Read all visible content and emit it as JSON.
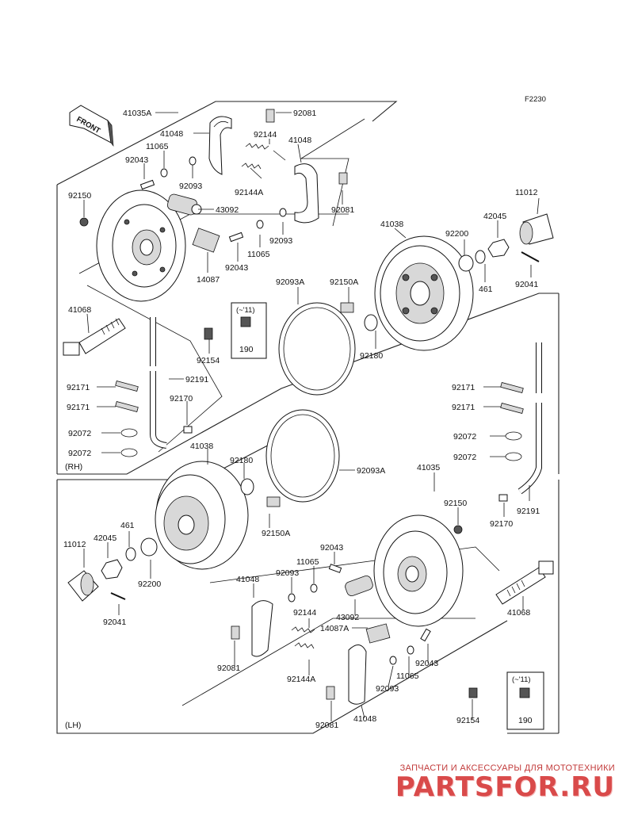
{
  "figure_code": "F2230",
  "front_label": "FRONT",
  "side_rh": "(RH)",
  "side_lh": "(LH)",
  "callouts": [
    {
      "id": "rh-41035A",
      "text": "41035A"
    },
    {
      "id": "rh-92081-a",
      "text": "92081"
    },
    {
      "id": "rh-41048-a",
      "text": "41048"
    },
    {
      "id": "rh-92144",
      "text": "92144"
    },
    {
      "id": "rh-41048-b",
      "text": "41048"
    },
    {
      "id": "rh-11065-a",
      "text": "11065"
    },
    {
      "id": "rh-92043-a",
      "text": "92043"
    },
    {
      "id": "rh-92093-a",
      "text": "92093"
    },
    {
      "id": "rh-92144A",
      "text": "92144A"
    },
    {
      "id": "rh-92150",
      "text": "92150"
    },
    {
      "id": "rh-43092",
      "text": "43092"
    },
    {
      "id": "rh-92081-b",
      "text": "92081"
    },
    {
      "id": "rh-92093-b",
      "text": "92093"
    },
    {
      "id": "rh-11065-b",
      "text": "11065"
    },
    {
      "id": "rh-92043-b",
      "text": "92043"
    },
    {
      "id": "rh-14087",
      "text": "14087"
    },
    {
      "id": "rh-11012",
      "text": "11012"
    },
    {
      "id": "rh-42045",
      "text": "42045"
    },
    {
      "id": "rh-41038",
      "text": "41038"
    },
    {
      "id": "rh-92200",
      "text": "92200"
    },
    {
      "id": "rh-461",
      "text": "461"
    },
    {
      "id": "rh-92041",
      "text": "92041"
    },
    {
      "id": "rh-92093A",
      "text": "92093A"
    },
    {
      "id": "rh-92150A",
      "text": "92150A"
    },
    {
      "id": "rh-41068",
      "text": "41068"
    },
    {
      "id": "rh-bolt-note",
      "text": "(~'11)"
    },
    {
      "id": "rh-190",
      "text": "190"
    },
    {
      "id": "rh-92154",
      "text": "92154"
    },
    {
      "id": "rh-92180",
      "text": "92180"
    },
    {
      "id": "rh-92191",
      "text": "92191"
    },
    {
      "id": "rh-92171-a",
      "text": "92171"
    },
    {
      "id": "rh-92171-b",
      "text": "92171"
    },
    {
      "id": "rh-92170",
      "text": "92170"
    },
    {
      "id": "rh-92072-a",
      "text": "92072"
    },
    {
      "id": "rh-92072-b",
      "text": "92072"
    },
    {
      "id": "lh-41038",
      "text": "41038"
    },
    {
      "id": "lh-92180",
      "text": "92180"
    },
    {
      "id": "lh-92093A",
      "text": "92093A"
    },
    {
      "id": "lh-41035",
      "text": "41035"
    },
    {
      "id": "lh-92171-a",
      "text": "92171"
    },
    {
      "id": "lh-92171-b",
      "text": "92171"
    },
    {
      "id": "lh-92072-a",
      "text": "92072"
    },
    {
      "id": "lh-92072-b",
      "text": "92072"
    },
    {
      "id": "lh-92150",
      "text": "92150"
    },
    {
      "id": "lh-92170",
      "text": "92170"
    },
    {
      "id": "lh-92191",
      "text": "92191"
    },
    {
      "id": "lh-461",
      "text": "461"
    },
    {
      "id": "lh-42045",
      "text": "42045"
    },
    {
      "id": "lh-11012",
      "text": "11012"
    },
    {
      "id": "lh-92200",
      "text": "92200"
    },
    {
      "id": "lh-92041",
      "text": "92041"
    },
    {
      "id": "lh-92150A",
      "text": "92150A"
    },
    {
      "id": "lh-92043-a",
      "text": "92043"
    },
    {
      "id": "lh-11065-a",
      "text": "11065"
    },
    {
      "id": "lh-92093-a",
      "text": "92093"
    },
    {
      "id": "lh-41048-a",
      "text": "41048"
    },
    {
      "id": "lh-92144",
      "text": "92144"
    },
    {
      "id": "lh-43092",
      "text": "43092"
    },
    {
      "id": "lh-14087A",
      "text": "14087A"
    },
    {
      "id": "lh-41068",
      "text": "41068"
    },
    {
      "id": "lh-92043-b",
      "text": "92043"
    },
    {
      "id": "lh-92081-a",
      "text": "92081"
    },
    {
      "id": "lh-92144A",
      "text": "92144A"
    },
    {
      "id": "lh-11065-b",
      "text": "11065"
    },
    {
      "id": "lh-92093-b",
      "text": "92093"
    },
    {
      "id": "lh-bolt-note",
      "text": "(~'11)"
    },
    {
      "id": "lh-92154",
      "text": "92154"
    },
    {
      "id": "lh-190",
      "text": "190"
    },
    {
      "id": "lh-92081-b",
      "text": "92081"
    },
    {
      "id": "lh-41048-b",
      "text": "41048"
    }
  ],
  "watermark": {
    "tagline": "ЗАПЧАСТИ И АКСЕССУАРЫ ДЛЯ МОТОТЕХНИКИ",
    "logo": "PARTSFOR.RU",
    "color": "#d94a4a"
  }
}
